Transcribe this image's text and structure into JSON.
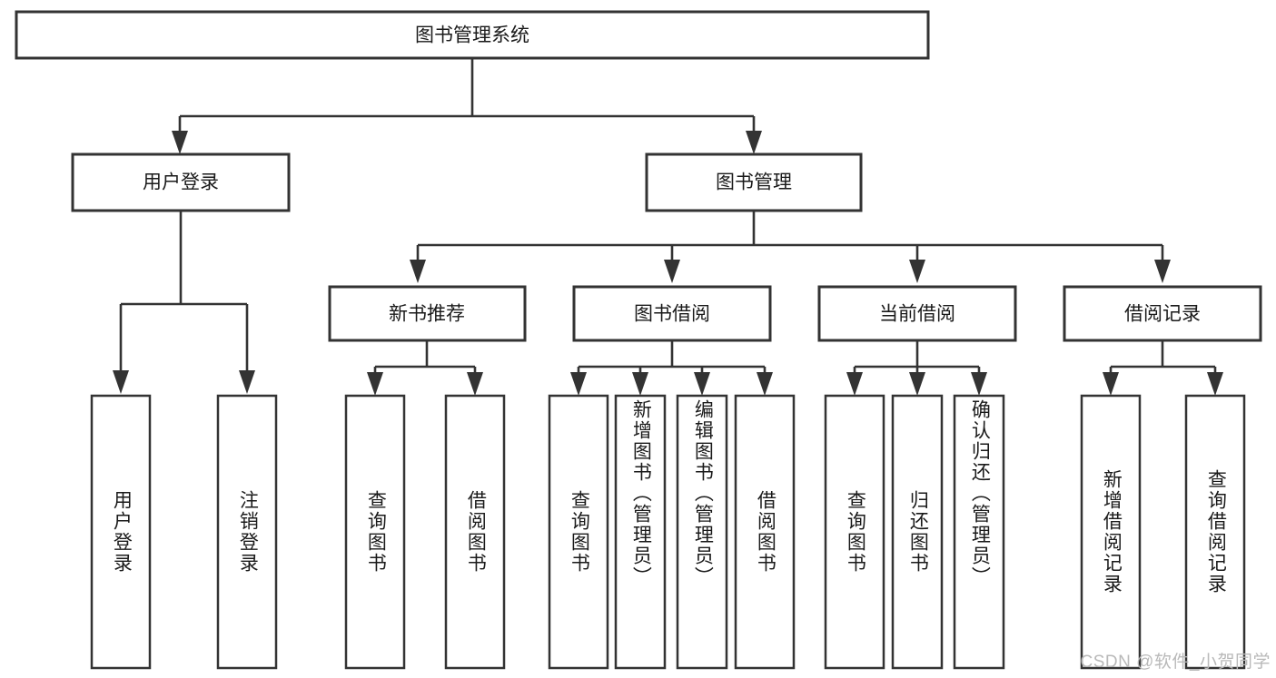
{
  "diagram": {
    "title": "图书管理系统",
    "type": "tree-hierarchy-chart",
    "root": {
      "id": "root",
      "label": "图书管理系统"
    },
    "level2": [
      {
        "id": "user-login",
        "label": "用户登录"
      },
      {
        "id": "book-management",
        "label": "图书管理"
      }
    ],
    "level3": [
      {
        "id": "new-book-recommend",
        "label": "新书推荐",
        "parent": "book-management"
      },
      {
        "id": "book-borrow",
        "label": "图书借阅",
        "parent": "book-management"
      },
      {
        "id": "current-borrow",
        "label": "当前借阅",
        "parent": "book-management"
      },
      {
        "id": "borrow-record",
        "label": "借阅记录",
        "parent": "book-management"
      }
    ],
    "leaves": {
      "user-login": [
        {
          "id": "leaf-user-login",
          "label": "用户登录"
        },
        {
          "id": "leaf-logout",
          "label": "注销登录"
        }
      ],
      "new-book-recommend": [
        {
          "id": "leaf-query-book-1",
          "label": "查询图书"
        },
        {
          "id": "leaf-borrow-book-1",
          "label": "借阅图书"
        }
      ],
      "book-borrow": [
        {
          "id": "leaf-query-book-2",
          "label": "查询图书"
        },
        {
          "id": "leaf-add-book",
          "label": "新增图书（管理员）"
        },
        {
          "id": "leaf-edit-book",
          "label": "编辑图书（管理员）"
        },
        {
          "id": "leaf-borrow-book-2",
          "label": "借阅图书"
        }
      ],
      "current-borrow": [
        {
          "id": "leaf-query-book-3",
          "label": "查询图书"
        },
        {
          "id": "leaf-return-book",
          "label": "归还图书"
        },
        {
          "id": "leaf-confirm-return",
          "label": "确认归还（管理员）"
        }
      ],
      "borrow-record": [
        {
          "id": "leaf-add-record",
          "label": "新增借阅记录"
        },
        {
          "id": "leaf-query-record",
          "label": "查询借阅记录"
        }
      ]
    },
    "colors": {
      "box_stroke": "#333333",
      "box_fill": "#ffffff",
      "text": "#1a1a1a",
      "connector": "#333333",
      "watermark": "#b9b9b9",
      "background": "#ffffff"
    }
  },
  "watermark": {
    "text": "CSDN @软件_小贺同学"
  }
}
